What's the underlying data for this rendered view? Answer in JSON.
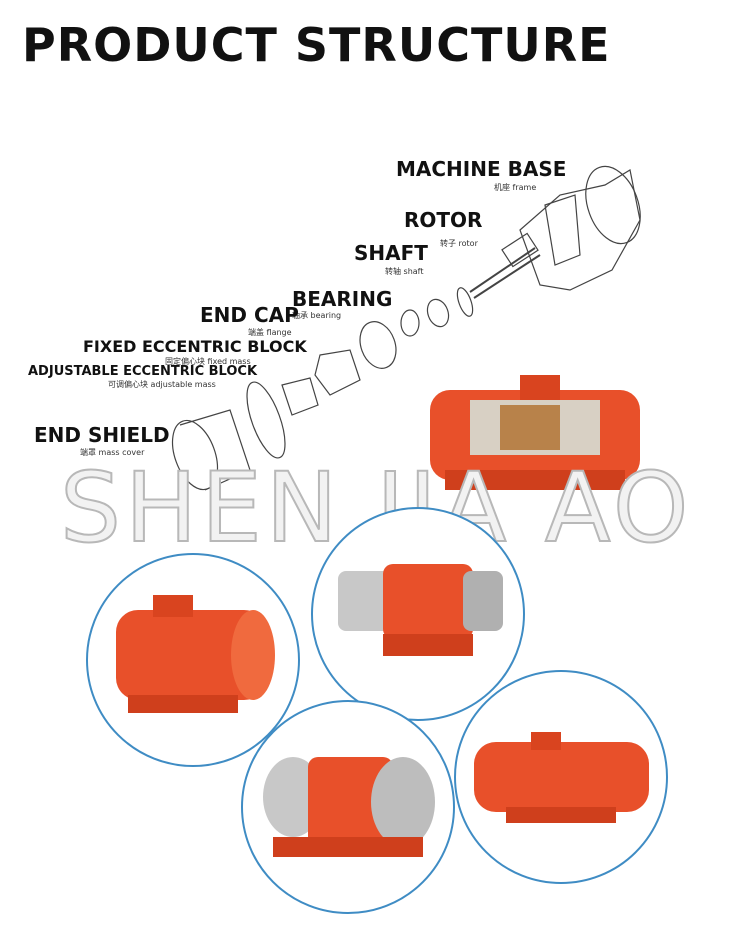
{
  "title": "PRODUCT STRUCTURE",
  "watermark": "SHEN JIA AO",
  "parts": [
    {
      "en": "MACHINE BASE",
      "cn": "机座 frame"
    },
    {
      "en": "ROTOR",
      "cn": "转子 rotor"
    },
    {
      "en": "SHAFT",
      "cn": "转轴 shaft"
    },
    {
      "en": "BEARING",
      "cn": "轴承 bearing"
    },
    {
      "en": "END CAP",
      "cn": "端盖 flange"
    },
    {
      "en": "FIXED ECCENTRIC BLOCK",
      "cn": "固定偏心块 fixed mass"
    },
    {
      "en": "ADJUSTABLE ECCENTRIC BLOCK",
      "cn": "可调偏心块 adjustable mass"
    },
    {
      "en": "END SHIELD",
      "cn": "端罩 mass cover"
    }
  ],
  "colors": {
    "motor_orange": "#e8502a",
    "circle_border": "#3f8cc4",
    "steel": "#c8c8c8"
  }
}
